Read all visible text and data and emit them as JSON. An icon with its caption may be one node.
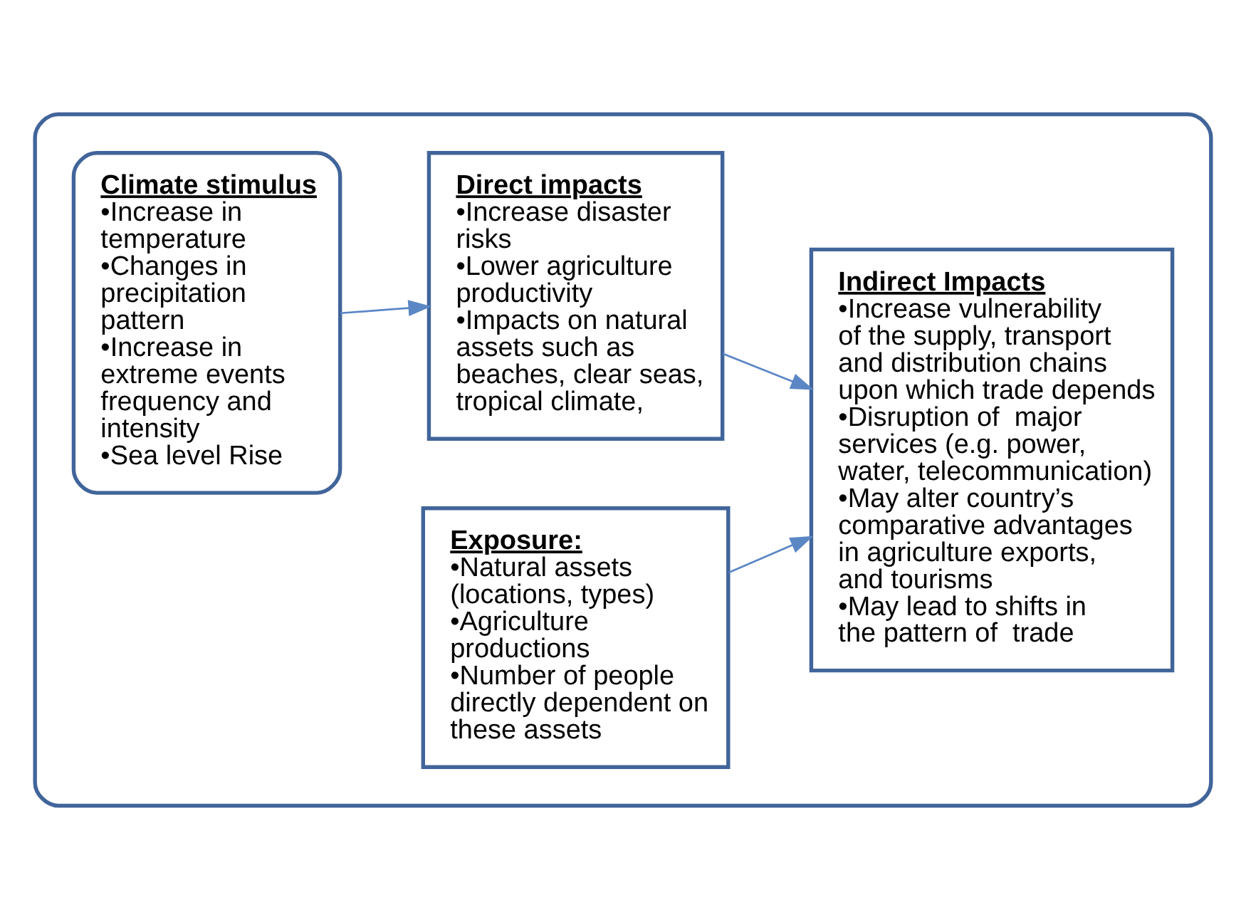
{
  "diagram": {
    "nodes": [
      {
        "text": [],
        "shape": "box"
      },
      {
        "text": [
          "Climate stimulus",
          "•Increase in temperature",
          "•Changes in precipitation pattern",
          "•Increase in extreme events frequency and intensity",
          "•Sea level Rise"
        ],
        "in": 0
      },
      {
        "text": [
          "Direct impacts",
          "•Increase disaster risks",
          "•Lower agriculture productivity",
          "•Impacts on natural assets such as beaches, clear seas, tropical climate,"
        ],
        "in": 0
      },
      {
        "text": [
          "Exposure:",
          "•Natural assets (locations, types)",
          "•Agriculture productions",
          "•Number of people directly dependent on these assets"
        ],
        "in": 0
      },
      {
        "text": [
          "Indirect Impacts",
          "•Increase vulnerability of the supply, transport and distribution chains upon which trade depends",
          "•Disruption of  major services (e.g. power, water, telecommunication)",
          "•May alter country’s comparative advantages  in agriculture exports, and tourisms",
          "•May lead to shifts in the pattern of  trade"
        ],
        "in": 0
      }
    ],
    "edges": [
      {
        "from": 1,
        "to": 2,
        "arrow": "to"
      },
      {
        "from": 2,
        "to": 4,
        "arrow": "to"
      },
      {
        "from": 3,
        "to": 4,
        "arrow": "to"
      }
    ]
  }
}
